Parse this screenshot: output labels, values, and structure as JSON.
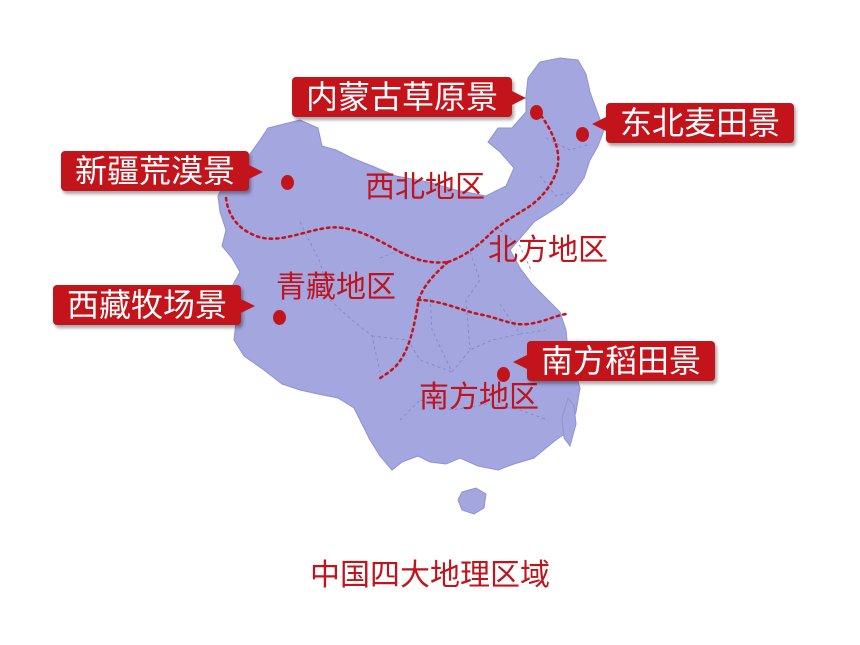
{
  "map": {
    "fill_color": "#a3a6df",
    "province_line_color": "#7f83c6",
    "accent_color": "#c4141b",
    "region_labels": {
      "northwest": "西北地区",
      "north": "北方地区",
      "qingzang": "青藏地区",
      "south": "南方地区"
    },
    "callouts": {
      "inner_mongolia": "内蒙古草原景",
      "northeast": "东北麦田景",
      "xinjiang": "新疆荒漠景",
      "tibet": "西藏牧场景",
      "south": "南方稻田景"
    },
    "caption": "中国四大地理区域"
  }
}
